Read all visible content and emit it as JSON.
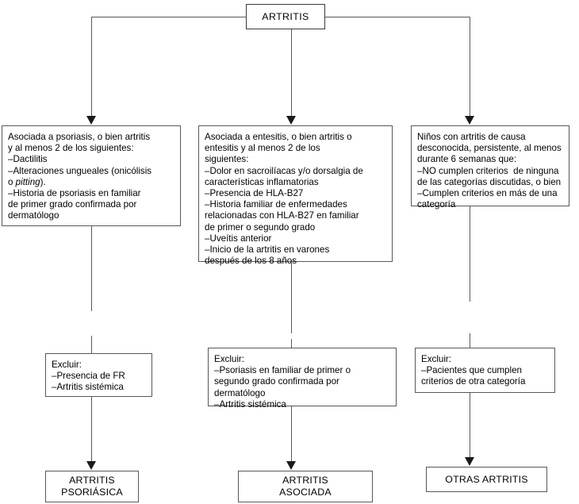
{
  "diagram": {
    "title": "ARTRITIS",
    "root": {
      "label": "ARTRITIS"
    },
    "columns": [
      {
        "id": "psoriasica",
        "criteria": "Asociada a psoriasis, o bien artritis\ny al menos 2 de los siguientes:\n–Dactilitis\n–Alteraciones ungueales (onicólisis\no ",
        "criteria_italic": "pitting",
        "criteria_tail": ").\n–Historia de psoriasis en familiar\nde primer grado confirmada por\ndermatólogo",
        "exclude": "Excluir:\n–Presencia de FR\n–Artritis sistémica",
        "outcome": "ARTRITIS\nPSORIÁSICA"
      },
      {
        "id": "asociada",
        "criteria": "Asociada a entesitis, o bien artritis o\nentesitis y al menos 2 de los\nsiguientes:\n–Dolor en sacroilíacas y/o dorsalgia de\ncaracterísticas inflamatorias\n–Presencia de HLA-B27\n–Historia familiar de enfermedades\nrelacionadas con HLA-B27 en familiar\nde primer o segundo grado\n–Uveítis anterior\n–Inicio de la artritis en varones\ndespués de los 8 años",
        "exclude": "Excluir:\n–Psoriasis en familiar de primer o\nsegundo grado confirmada por\ndermatólogo\n–Artritis sistémica",
        "outcome": "ARTRITIS\nASOCIADA"
      },
      {
        "id": "otras",
        "criteria": "Niños con artritis de causa\ndesconocida, persistente, al menos\ndurante 6 semanas que:\n–NO cumplen criterios  de ninguna\nde las categorías discutidas, o bien\n–Cumplen criterios en más de una\ncategoría",
        "exclude": "Excluir:\n–Pacientes que cumplen\ncriterios de otra categoría",
        "outcome": "OTRAS ARTRITIS"
      }
    ],
    "colors": {
      "stroke": "#58585a",
      "arrow": "#1a1a1a",
      "text": "#000000",
      "background": "#ffffff"
    }
  }
}
